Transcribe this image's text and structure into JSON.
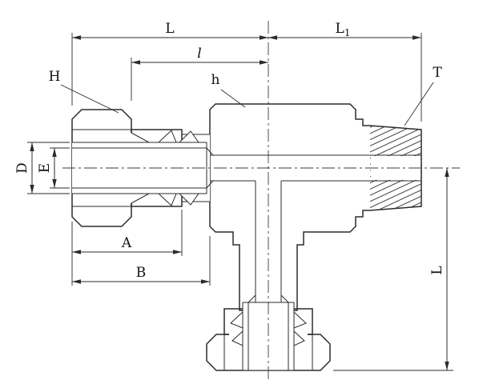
{
  "figure": {
    "type": "technical-drawing",
    "subject": "Tee tube fitting cross-section with compression nuts and male thread",
    "colors": {
      "line": "#2b2b2b",
      "nut_fill": "#c8c8c8",
      "body_fill": "#ffffff",
      "background": "#ffffff"
    },
    "dimension_labels": {
      "L_top": "L",
      "L1_main": "L",
      "L1_sub": "1",
      "l_inner": "l",
      "H": "H",
      "h": "h",
      "T": "T",
      "D": "D",
      "E": "E",
      "A": "A",
      "B": "B",
      "L_vertical": "L"
    }
  }
}
